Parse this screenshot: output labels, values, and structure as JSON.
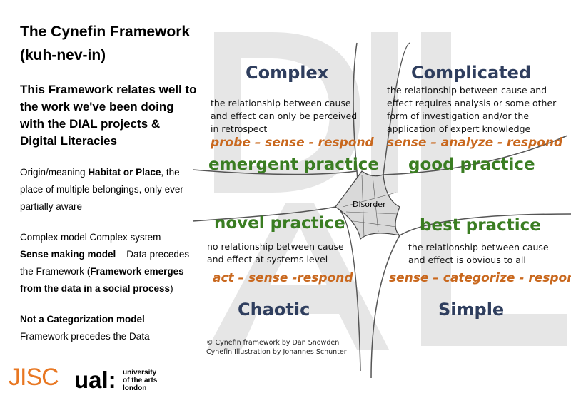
{
  "left": {
    "title_line1": "The Cynefin Framework",
    "title_line2": "(kuh-nev-in)",
    "subtitle": "This Framework relates well to the work we've been doing with the DIAL projects & Digital Literacies",
    "origin_prefix": "Origin/meaning ",
    "origin_bold": "Habitat or Place",
    "origin_suffix": ", the place of multiple belongings, only ever partially aware",
    "complex_model": "Complex model Complex system",
    "sensemaking_bold": "Sense making model",
    "sensemaking_mid": " – Data precedes the Framework (",
    "sensemaking_bold2": "Framework emerges from the data in a social process",
    "sensemaking_end": ")",
    "notcat_bold": "Not a Categorization model",
    "notcat_rest": " – Framework precedes the Data"
  },
  "diagram": {
    "center_label": "Disorder",
    "complex": {
      "title": "Complex",
      "desc_line1": "the relationship between cause",
      "desc_line2": "and effect can only be perceived",
      "desc_line3": "in retrospect",
      "method": "probe – sense - respond",
      "practice": "emergent practice"
    },
    "complicated": {
      "title": "Complicated",
      "desc_line1": "the relationship between cause and",
      "desc_line2": "effect requires analysis or some other",
      "desc_line3": "form of investigation and/or the",
      "desc_line4": "application of expert knowledge",
      "method": "sense – analyze - respond",
      "practice": "good practice"
    },
    "chaotic": {
      "title": "Chaotic",
      "desc_line1": "no relationship between cause",
      "desc_line2": "and effect at systems level",
      "method": "act – sense -respond",
      "practice": "novel practice"
    },
    "simple": {
      "title": "Simple",
      "desc_line1": "the relationship between cause",
      "desc_line2": "and effect is obvious to all",
      "method": "sense – categorize - respond",
      "practice": "best practice"
    },
    "credit_line1": "© Cynefin framework by Dan Snowden",
    "credit_line2": "Cynefin Illustration by Johannes Schunter"
  },
  "logos": {
    "jisc": "JISC",
    "ual": "ual:",
    "ual_line1": "university",
    "ual_line2": "of the arts",
    "ual_line3": "london"
  },
  "colors": {
    "title_blue": "#2f3e5e",
    "practice_green": "#3a7d22",
    "method_orange": "#c9681e",
    "jisc_orange": "#e87722",
    "watermark_gray": "#e6e6e6"
  }
}
